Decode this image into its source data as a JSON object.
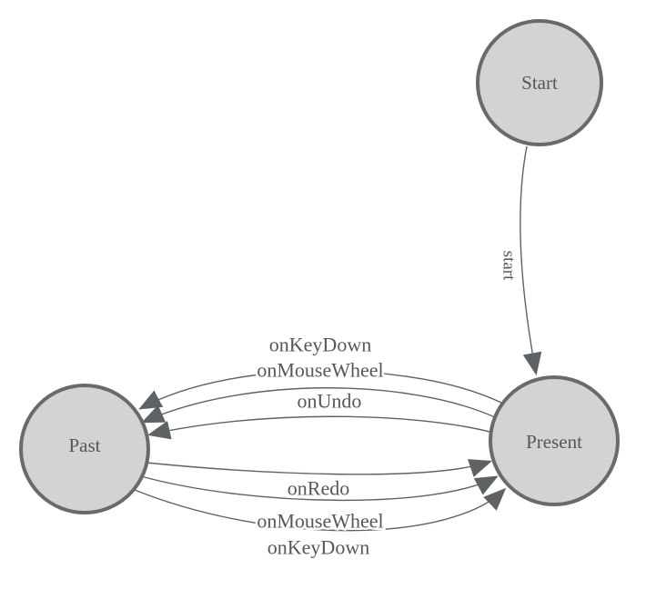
{
  "diagram": {
    "type": "state-machine",
    "nodes": [
      {
        "id": "start",
        "label": "Start"
      },
      {
        "id": "present",
        "label": "Present"
      },
      {
        "id": "past",
        "label": "Past"
      }
    ],
    "edges": [
      {
        "id": "start-to-present",
        "from": "Start",
        "to": "Present",
        "label": "start"
      },
      {
        "id": "present-to-past-keydown",
        "from": "Present",
        "to": "Past",
        "label": "onKeyDown"
      },
      {
        "id": "present-to-past-mousewheel",
        "from": "Present",
        "to": "Past",
        "label": "onMouseWheel"
      },
      {
        "id": "present-to-past-undo",
        "from": "Present",
        "to": "Past",
        "label": "onUndo"
      },
      {
        "id": "past-to-present-redo",
        "from": "Past",
        "to": "Present",
        "label": "onRedo"
      },
      {
        "id": "past-to-present-mousewheel",
        "from": "Past",
        "to": "Present",
        "label": "onMouseWheel"
      },
      {
        "id": "past-to-present-keydown",
        "from": "Past",
        "to": "Present",
        "label": "onKeyDown"
      }
    ],
    "colors": {
      "background": "#ffffff",
      "node_fill": "#d3d3d3",
      "node_stroke": "#6a6a6a",
      "edge_stroke": "#5f6264",
      "arrowhead_fill": "#5f6264",
      "text": "#55575c"
    }
  }
}
